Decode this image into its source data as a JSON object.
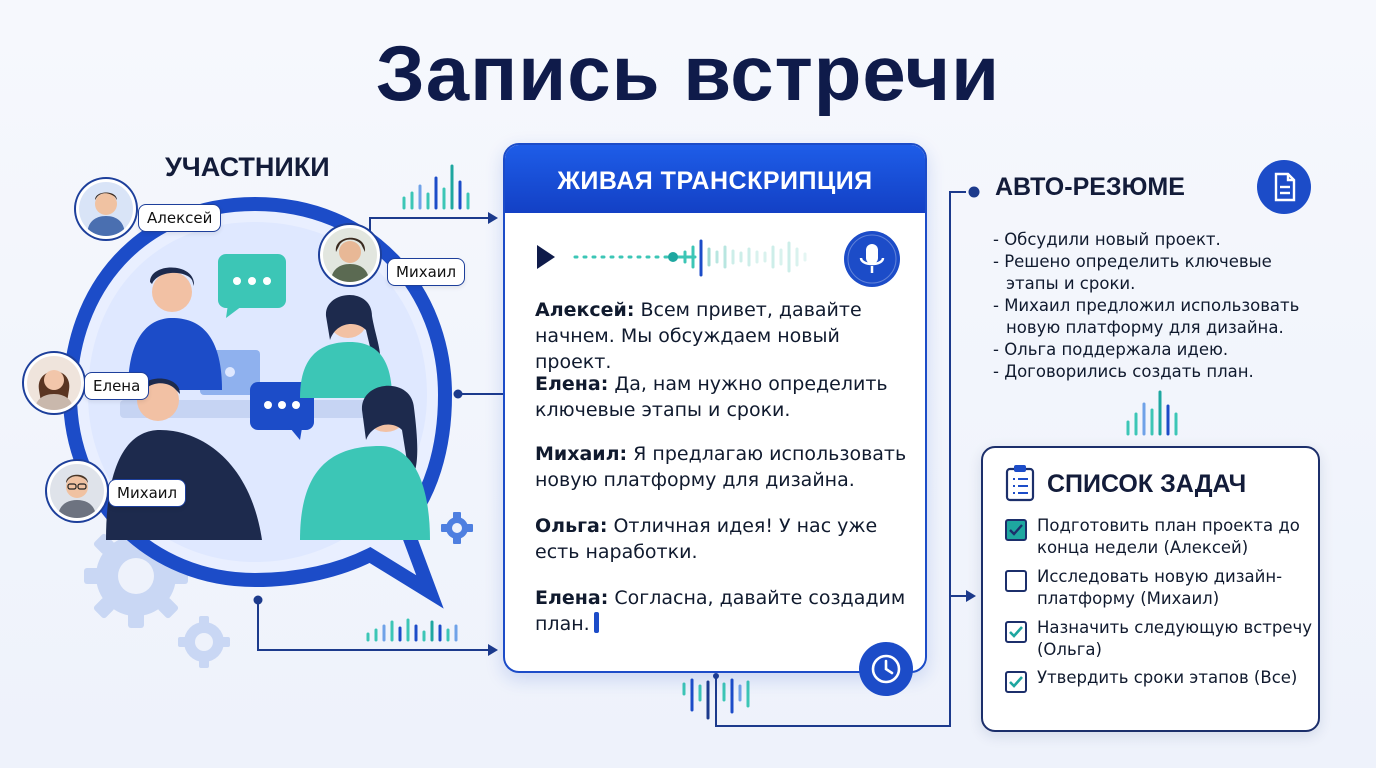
{
  "title": "Запись встречи",
  "participants": {
    "heading": "УЧАСТНИКИ",
    "tags": [
      "Алексей",
      "Михаил",
      "Елена",
      "Михаил"
    ]
  },
  "transcript": {
    "heading": "ЖИВАЯ ТРАНСКРИПЦИЯ",
    "lines": [
      {
        "speaker": "Алексей:",
        "text": " Всем привет, давайте начнем. Мы обсуждаем новый проект."
      },
      {
        "speaker": "Елена:",
        "text": " Да, нам нужно определить ключевые этапы и сроки."
      },
      {
        "speaker": "Михаил:",
        "text": " Я предлагаю использовать новую платформу для дизайна."
      },
      {
        "speaker": "Ольга:",
        "text": " Отличная идея! У нас уже есть наработки."
      },
      {
        "speaker": "Елена:",
        "text": " Согласна, давайте создадим план."
      }
    ]
  },
  "summary": {
    "heading": "АВТО-РЕЗЮМЕ",
    "lines": [
      "- Обсудили новый проект.",
      "- Решено определить ключевые",
      "этапы и сроки.",
      "- Михаил предложил использовать",
      "новую платформу для дизайна.",
      "- Ольга поддержала идею.",
      "- Договорились создать план."
    ]
  },
  "tasks": {
    "heading": "СПИСОК ЗАДАЧ",
    "items": [
      {
        "text": "Подготовить план проекта до конца недели (Алексей)",
        "checked": true,
        "style": "filled"
      },
      {
        "text": "Исследовать новую дизайн-платформу (Михаил)",
        "checked": false,
        "style": "empty"
      },
      {
        "text": "Назначить следующую встречу (Ольга)",
        "checked": true,
        "style": "tick"
      },
      {
        "text": "Утвердить сроки этапов (Все)",
        "checked": true,
        "style": "tick"
      }
    ]
  },
  "colors": {
    "primary": "#1c4cc8",
    "navy": "#0f1b4a",
    "teal": "#1ea7a0",
    "bubble_teal": "#3cc6b6"
  }
}
